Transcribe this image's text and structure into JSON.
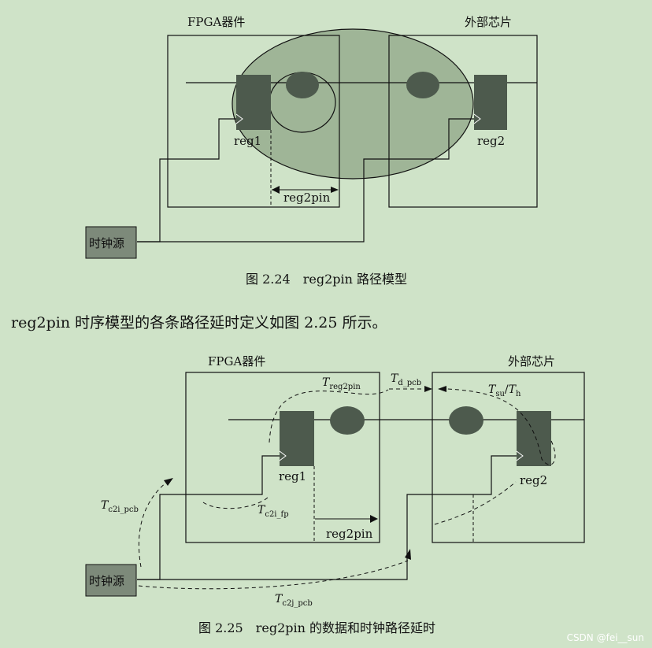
{
  "fig1": {
    "fpga_label": "FPGA器件",
    "ext_label": "外部芯片",
    "reg1": "reg1",
    "reg2": "reg2",
    "clock_source": "时钟源",
    "reg2pin": "reg2pin",
    "caption": "图 2.24　reg2pin 路径模型"
  },
  "paragraph": "reg2pin 时序模型的各条路径延时定义如图 2.25 所示。",
  "fig2": {
    "fpga_label": "FPGA器件",
    "ext_label": "外部芯片",
    "reg1": "reg1",
    "reg2": "reg2",
    "clock_source": "时钟源",
    "reg2pin": "reg2pin",
    "t_reg2pin": {
      "main": "T",
      "sub": "reg2pin"
    },
    "t_d_pcb": {
      "main": "T",
      "sub": "d_pcb"
    },
    "t_su_h": {
      "main1": "T",
      "sub1": "su",
      "slash": "/",
      "main2": "T",
      "sub2": "h"
    },
    "t_c2i_pcb": {
      "main": "T",
      "sub": "c2i_pcb"
    },
    "t_c2i_fp": {
      "main": "T",
      "sub": "c2i_fp"
    },
    "t_c2j_pcb": {
      "main": "T",
      "sub": "c2j_pcb"
    },
    "caption": "图 2.25　reg2pin 的数据和时钟路径延时"
  },
  "watermark": "CSDN @fei__sun",
  "colors": {
    "background": "#cfe3c8",
    "register": "#4d5a4d",
    "ellipse_fill": "#9fb597",
    "clock_box": "#7d8a7a"
  }
}
